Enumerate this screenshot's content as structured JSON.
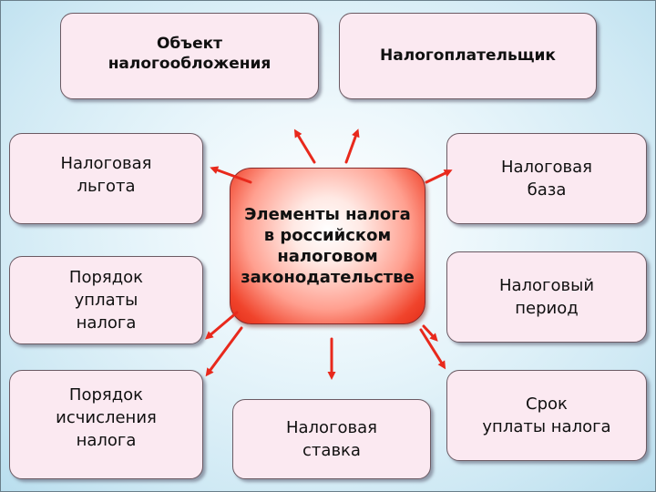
{
  "center": {
    "label": "Элементы налога\nв российском\nналоговом\nзаконодательстве"
  },
  "boxes": {
    "tax_object": "Объект\nналогообложения",
    "taxpayer": "Налогоплательщик",
    "tax_benefit": "Налоговая\nльгота",
    "tax_base": "Налоговая\nбаза",
    "payment_procedure": "Порядок\nуплаты\nналога",
    "tax_period": "Налоговый\nпериод",
    "calculation_procedure": "Порядок\nисчисления\nналога",
    "tax_rate": "Налоговая\nставка",
    "payment_deadline": "Срок\nуплаты налога"
  },
  "colors": {
    "arrow": "#e8291c",
    "box_fill": "#fbe9f1",
    "center_fill": "#f0442c"
  }
}
